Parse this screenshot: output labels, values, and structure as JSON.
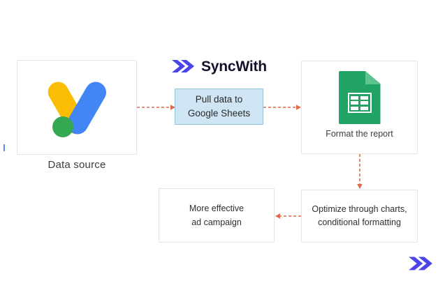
{
  "diagram": {
    "brand": {
      "name": "SyncWith",
      "chevron_color": "#4B44E8",
      "wordmark_color": "#14102b"
    },
    "nodes": {
      "data_source": {
        "caption": "Data source",
        "icon": "google-ads-logo",
        "icon_colors": {
          "yellow": "#FBBC04",
          "blue": "#4285F4",
          "green": "#34A853"
        }
      },
      "pull_data": {
        "line1": "Pull data to",
        "line2": "Google Sheets",
        "fill": "#cfe5f3",
        "border": "#93c2dc"
      },
      "format_report": {
        "label": "Format the report",
        "icon": "google-sheets-icon",
        "icon_color": "#21a366"
      },
      "optimize": {
        "line1": "Optimize through charts,",
        "line2": "conditional formatting"
      },
      "more_effective": {
        "line1": "More effective",
        "line2": "ad campaign"
      }
    },
    "connectors": {
      "color": "#e06a4a",
      "style": "dashed",
      "items": [
        {
          "name": "data-source-to-pull-data",
          "direction": "right"
        },
        {
          "name": "pull-data-to-format-report",
          "direction": "right"
        },
        {
          "name": "format-report-to-optimize",
          "direction": "down"
        },
        {
          "name": "optimize-to-more-effective",
          "direction": "left"
        }
      ]
    }
  }
}
